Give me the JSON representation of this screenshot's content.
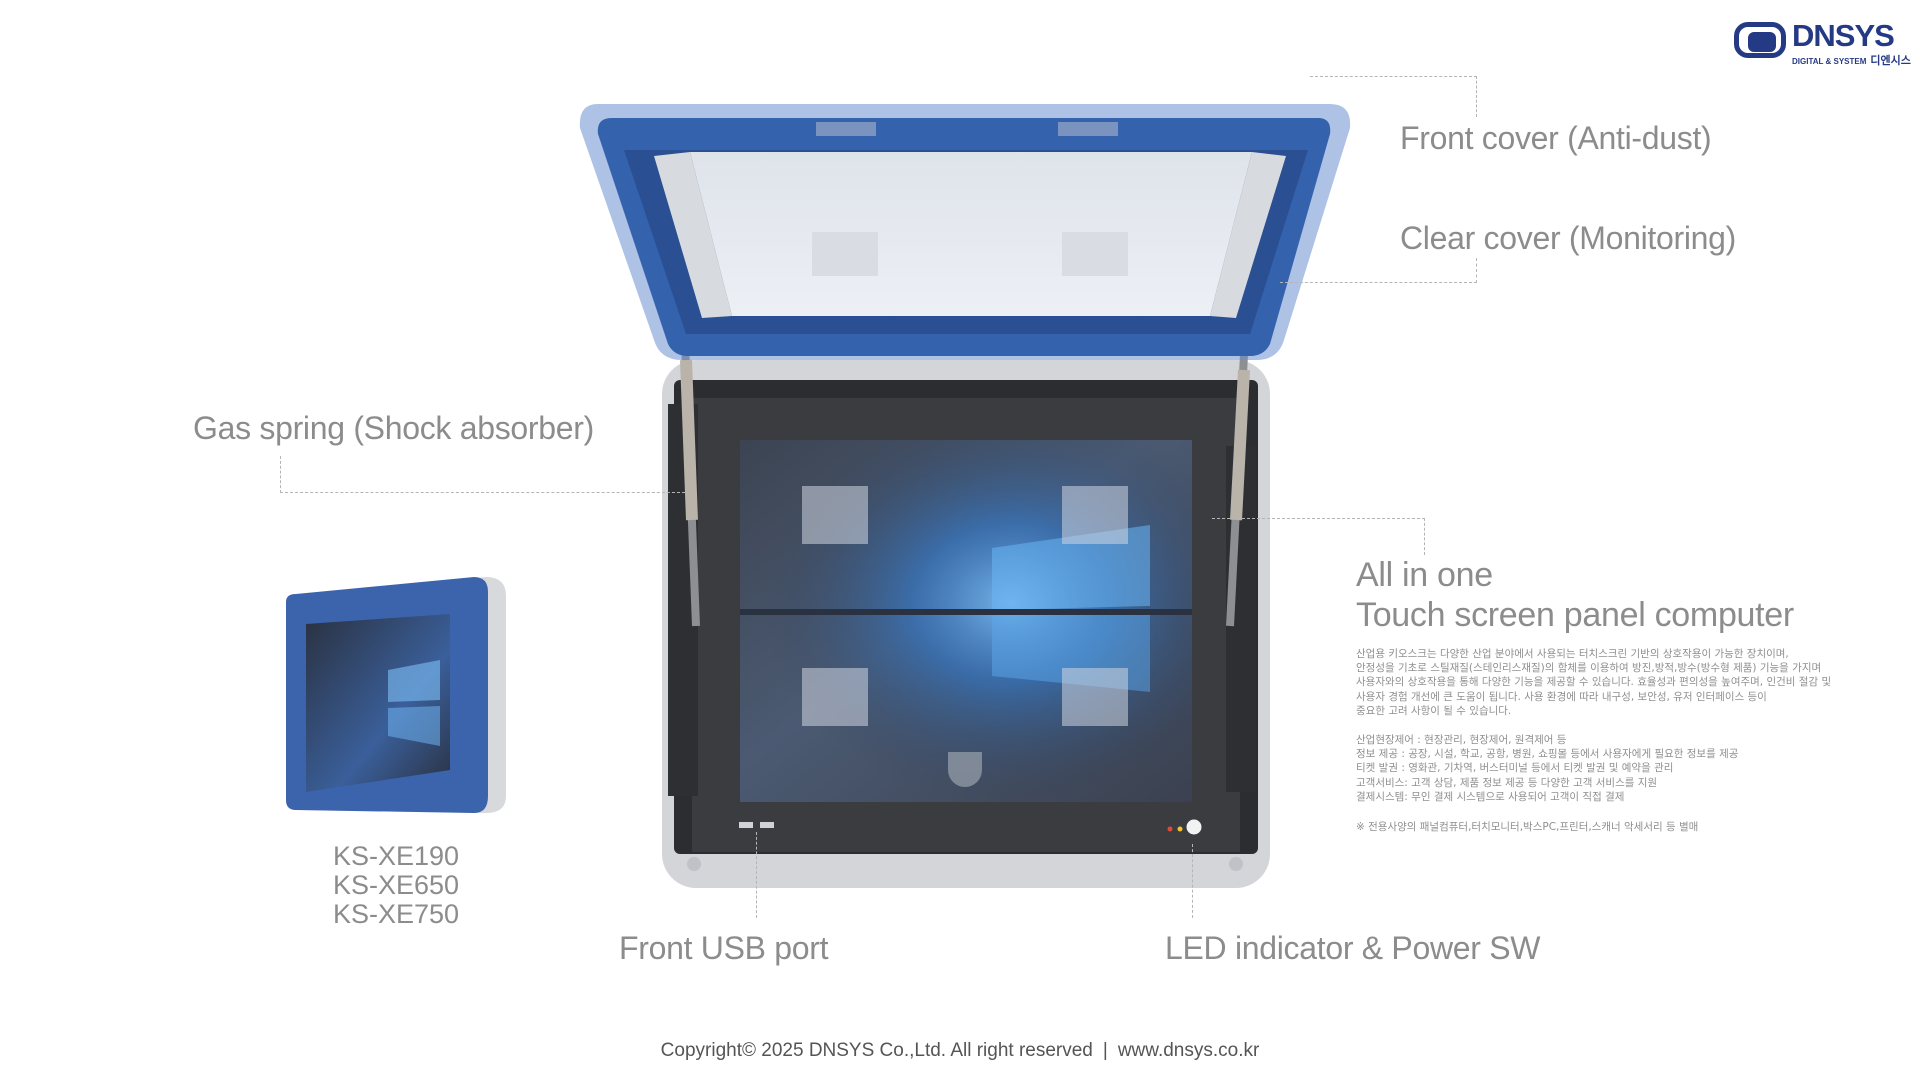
{
  "brand": {
    "name": "DNSYS",
    "tagline": "DIGITAL & SYSTEM",
    "korean": "디엔시스",
    "accent": "#253a84"
  },
  "labels": {
    "front_cover": "Front cover (Anti-dust)",
    "clear_cover": "Clear cover (Monitoring)",
    "gas_spring": "Gas spring (Shock absorber)",
    "front_usb": "Front USB port",
    "led_power": "LED indicator & Power SW"
  },
  "product": {
    "title_line1": "All in one",
    "title_line2": "Touch screen panel computer",
    "description": [
      "산업용 키오스크는 다양한 산업 분야에서 사용되는 터치스크린 기반의 상호작용이 가능한 장치이며,",
      "안정성을 기초로 스틸재질(스테인리스재질)의 함체를 이용하여 방진,방적,방수(방수형 제품) 기능을 가지며",
      "사용자와의 상호작용을 통해 다양한 기능을 제공할 수 있습니다. 효율성과 편의성을 높여주며, 인건비 절감 및",
      "사용자 경험 개선에 큰 도움이 됩니다. 사용 환경에 따라 내구성, 보안성, 유저 인터페이스 등이",
      "중요한 고려 사항이 될 수 있습니다."
    ],
    "uses": [
      "산업현장제어 : 현장관리, 현장제어, 원격제어 등",
      "정보 제공 : 공장, 시설, 학교, 공항, 병원, 쇼핑몰 등에서 사용자에게 필요한 정보를 제공",
      "티켓 발권 : 영화관, 기차역, 버스터미널 등에서 티켓 발권 및 예약을 관리",
      "고객서비스: 고객 상담, 제품 정보 제공 등 다양한 고객 서비스를 지원",
      "결제시스템: 무인 결제 시스템으로 사용되어 고객이 직접 결제"
    ],
    "note": "※ 전용사양의 패널컴퓨터,터치모니터,박스PC,프린터,스캐너 악세서리 등 별매"
  },
  "models": [
    "KS-XE190",
    "KS-XE650",
    "KS-XE750"
  ],
  "footer": {
    "copyright": "Copyright© 2025 DNSYS Co.,Ltd. All right reserved",
    "separator": "|",
    "website": "www.dnsys.co.kr"
  }
}
